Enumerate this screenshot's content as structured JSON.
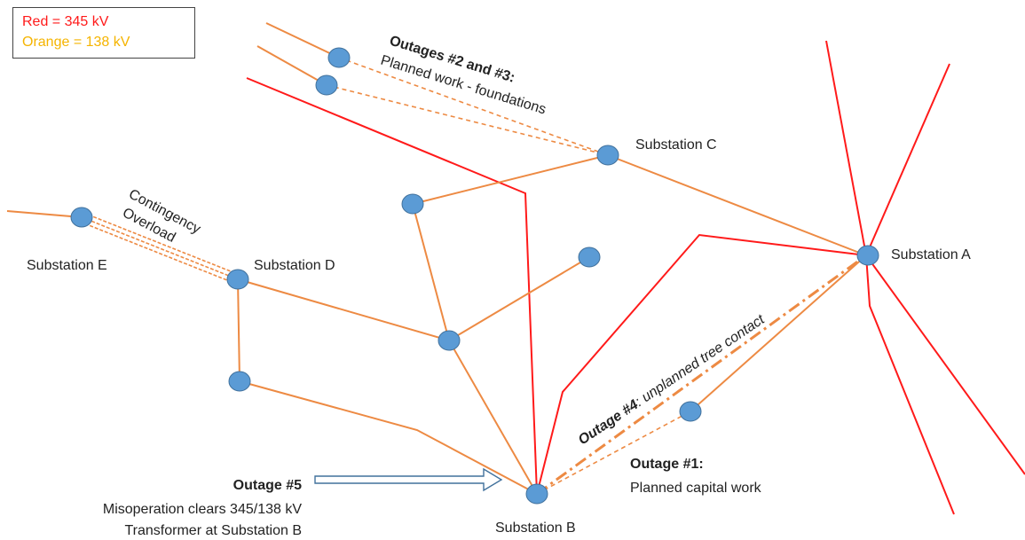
{
  "legend": {
    "red": "Red = 345 kV",
    "orange": "Orange = 138 kV"
  },
  "colors": {
    "kv345": "#ff1a1a",
    "kv138": "#ed8a43",
    "node_fill": "#5b9bd5",
    "node_stroke": "#41719c",
    "legend_orange_text": "#f5b400"
  },
  "labels": {
    "substation_a": "Substation A",
    "substation_b": "Substation B",
    "substation_c": "Substation C",
    "substation_d": "Substation D",
    "substation_e": "Substation E",
    "outages_2_3_title": "Outages #2 and #3:",
    "outages_2_3_desc": "Planned work - foundations",
    "contingency_1": "Contingency",
    "contingency_2": "Overload",
    "outage_4_bold": "Outage #4",
    "outage_4_rest": ": unplanned tree contact",
    "outage_1_title": "Outage #1:",
    "outage_1_desc": "Planned capital work",
    "outage_5_title": "Outage #5",
    "outage_5_line1": "Misoperation clears 345/138 kV",
    "outage_5_line2": "Transformer at Substation B"
  }
}
